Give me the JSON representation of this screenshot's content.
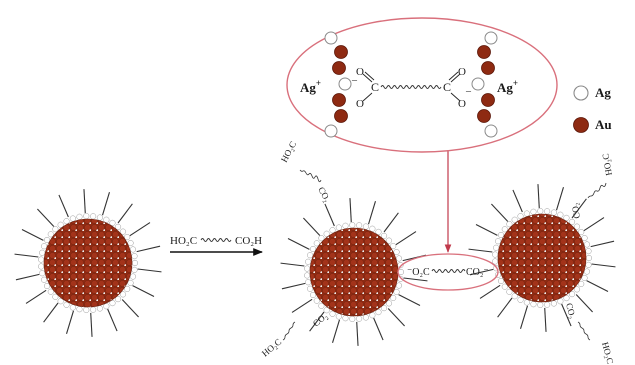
{
  "colors": {
    "ag": "#ffffff",
    "ag_stroke": "#8a8a8a",
    "au": "#8e2a12",
    "au_stroke": "#5a1608",
    "ellipse": "#d9707c",
    "arrow_red": "#c0394b",
    "ligand": "#333333"
  },
  "legend": {
    "ag_label": "Ag",
    "au_label": "Au"
  },
  "inset": {
    "ag_plus_left": "Ag",
    "ag_plus_right": "Ag",
    "plus_sign": "+",
    "left_o_top": "O",
    "left_o_bottom": "O",
    "left_c": "C",
    "right_o_top": "O",
    "right_o_bottom": "O",
    "right_c": "C",
    "minus_sign": "–"
  },
  "reaction": {
    "reagent_left": "HO₂C",
    "reagent_right": "CO₂H"
  },
  "dimer": {
    "bridge_left": "⁻O₂C",
    "bridge_right": "CO₂⁻",
    "ligand_hooc": "HO₂C",
    "ligand_co2": "CO₂"
  }
}
